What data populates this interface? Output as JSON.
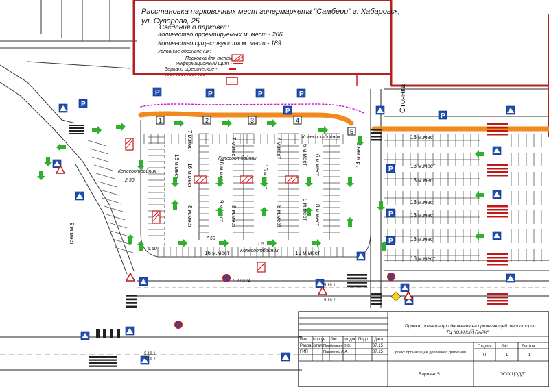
{
  "header": {
    "title": "Расстановка парковочных мест гипермаркета \"Самбери\" г. Хабаровск,",
    "address": "ул. Суворова, 25",
    "info_heading": "Сведения о парковке:",
    "designed_label": "Количество проектируемых  м. мест - 206",
    "existing_label": "Количество существующих  м. мест - 189",
    "legend_heading": "Условные обозначения:",
    "legend_items": [
      {
        "label": "Парковка для тележек -",
        "color": "#d01c1c"
      },
      {
        "label": "Информационный щит -",
        "color": "#d01c1c"
      },
      {
        "label": "Зеркало сферическое -",
        "color": "#d01c1c"
      }
    ]
  },
  "building_label": "Стоянка",
  "numbered_boxes": [
    "1",
    "2",
    "3",
    "4",
    "5"
  ],
  "counts": {
    "left_16": "16 м.мест",
    "row_7a": "7 м.мест",
    "row_7b": "7 м.мест",
    "row_7c": "7 м.мест",
    "row_16b": "16 м.мест",
    "row_16c": "16 м.мест",
    "row_16d": "16 м.мест",
    "row_8a": "8 м.мест",
    "row_8b": "8 м.мест",
    "row_8c": "8 м.мест",
    "row_9": "9 м.мест",
    "row_6a": "6 м.мест",
    "row_6b": "6 м.мест",
    "row_9b": "9 м.мест",
    "row_14": "14 м.мест",
    "row_8d": "8 м.мест",
    "row_9c": "9 м.мест",
    "bottom_16": "16 м.мест",
    "bottom_10": "10 м.мест",
    "right_13a": "13 м.мест",
    "right_13b": "13 м.мест",
    "right_13c": "13 м.мест",
    "right_13d": "13 м.мест",
    "right_13e": "13 м.мест",
    "right_13f": "13 м.мест",
    "right_13g": "13 м.мест"
  },
  "annotations": {
    "kolesootbojnik": "Колесоотбойник",
    "width_15": "1.5",
    "width_750": "7.50",
    "width_550": "5.50",
    "width_250": "2.50"
  },
  "sign_codes": {
    "sign_511": "5.19.1",
    "sign_512": "5.19.2",
    "sign_331": "3.27 8.24"
  },
  "titleblock": {
    "project_line1": "Проект организации движения на прилегающей территории",
    "project_line2": "ТЦ \"ЮЖНЫЙ ПАРК\"",
    "sheet_title": "Проект организации дорожного движения",
    "variant": "Вариант 5",
    "company": "ООО\"ЦОДД\"",
    "col_headers": [
      "Изм.",
      "Кол.уч",
      "Лист",
      "№ док.",
      "Подп.",
      "Дата"
    ],
    "stage_headers": [
      "Стадия",
      "Лист",
      "Листов"
    ],
    "stage_values": [
      "П",
      "1",
      "1"
    ],
    "roles": [
      {
        "role": "Разработал",
        "name": "Приймакин В.В.",
        "date": "07.15"
      },
      {
        "role": "ГИП",
        "name": "Павленко А.А.",
        "date": "07.15"
      }
    ]
  },
  "colors": {
    "curb_orange": "#f08a1e",
    "sign_blue": "#1f4fb5",
    "crossing_red": "#c01818",
    "arrow_green": "#2fb02f",
    "border_red": "#b22222",
    "magenta": "#d01ad0"
  }
}
